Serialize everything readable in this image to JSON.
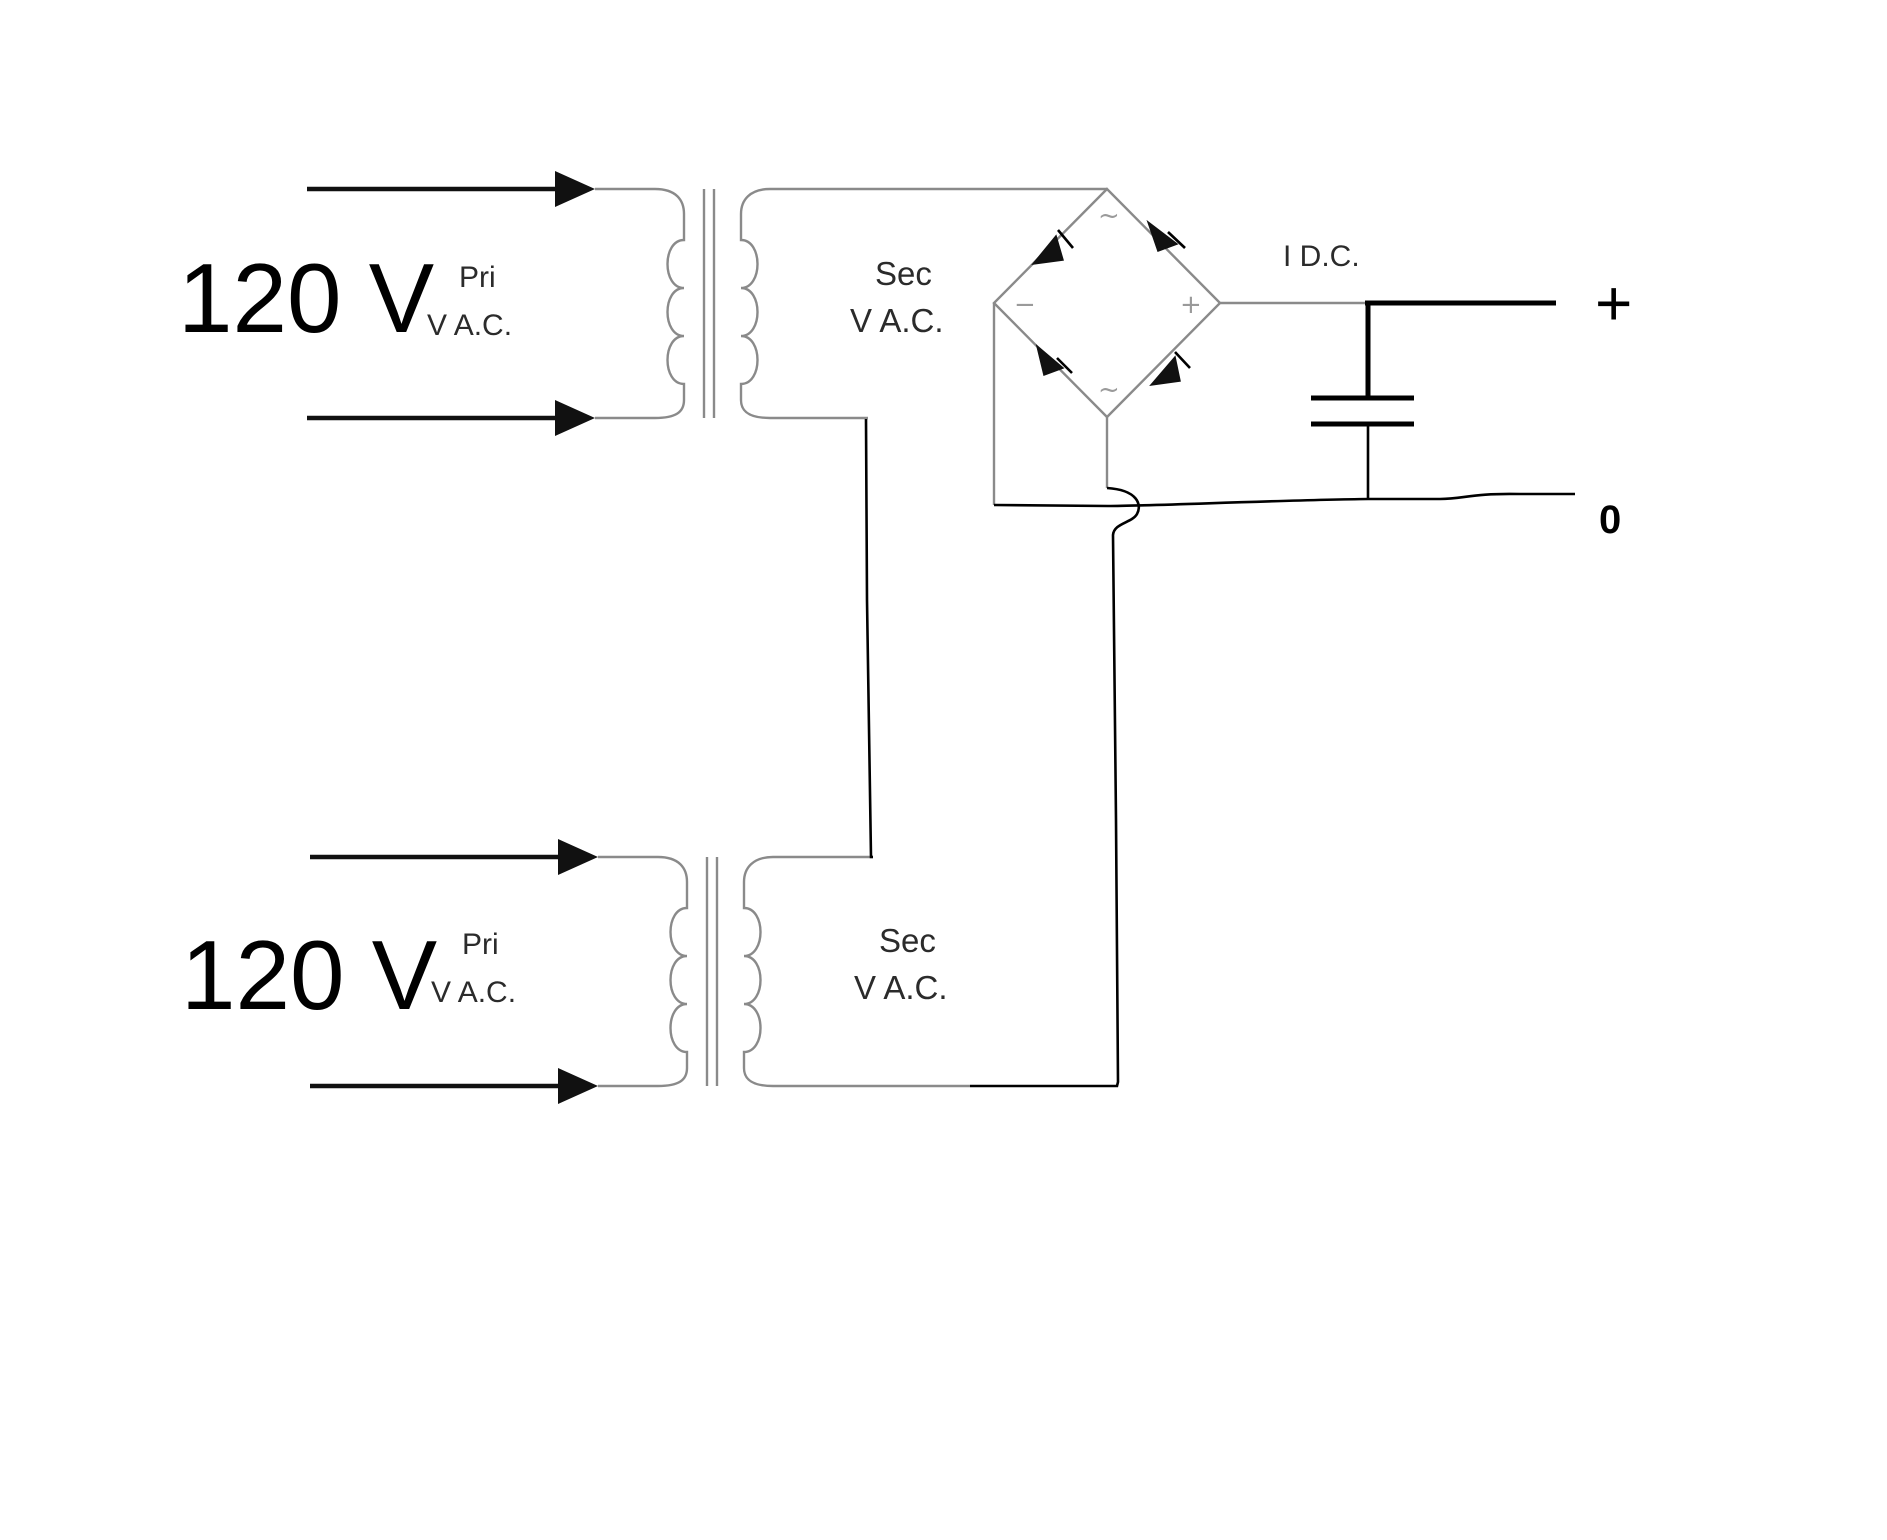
{
  "transformer_top": {
    "input_voltage": "120 V",
    "primary_label": "Pri",
    "primary_unit": "V A.C.",
    "secondary_label": "Sec",
    "secondary_unit": "V A.C."
  },
  "transformer_bottom": {
    "input_voltage": "120 V",
    "primary_label": "Pri",
    "primary_unit": "V A.C.",
    "secondary_label": "Sec",
    "secondary_unit": "V A.C."
  },
  "rectifier": {
    "ac_mark_top": "~",
    "ac_mark_bottom": "~",
    "minus_mark": "−",
    "plus_mark": "+"
  },
  "output": {
    "current_label": "I D.C.",
    "positive_terminal": "+",
    "zero_terminal": "0"
  }
}
